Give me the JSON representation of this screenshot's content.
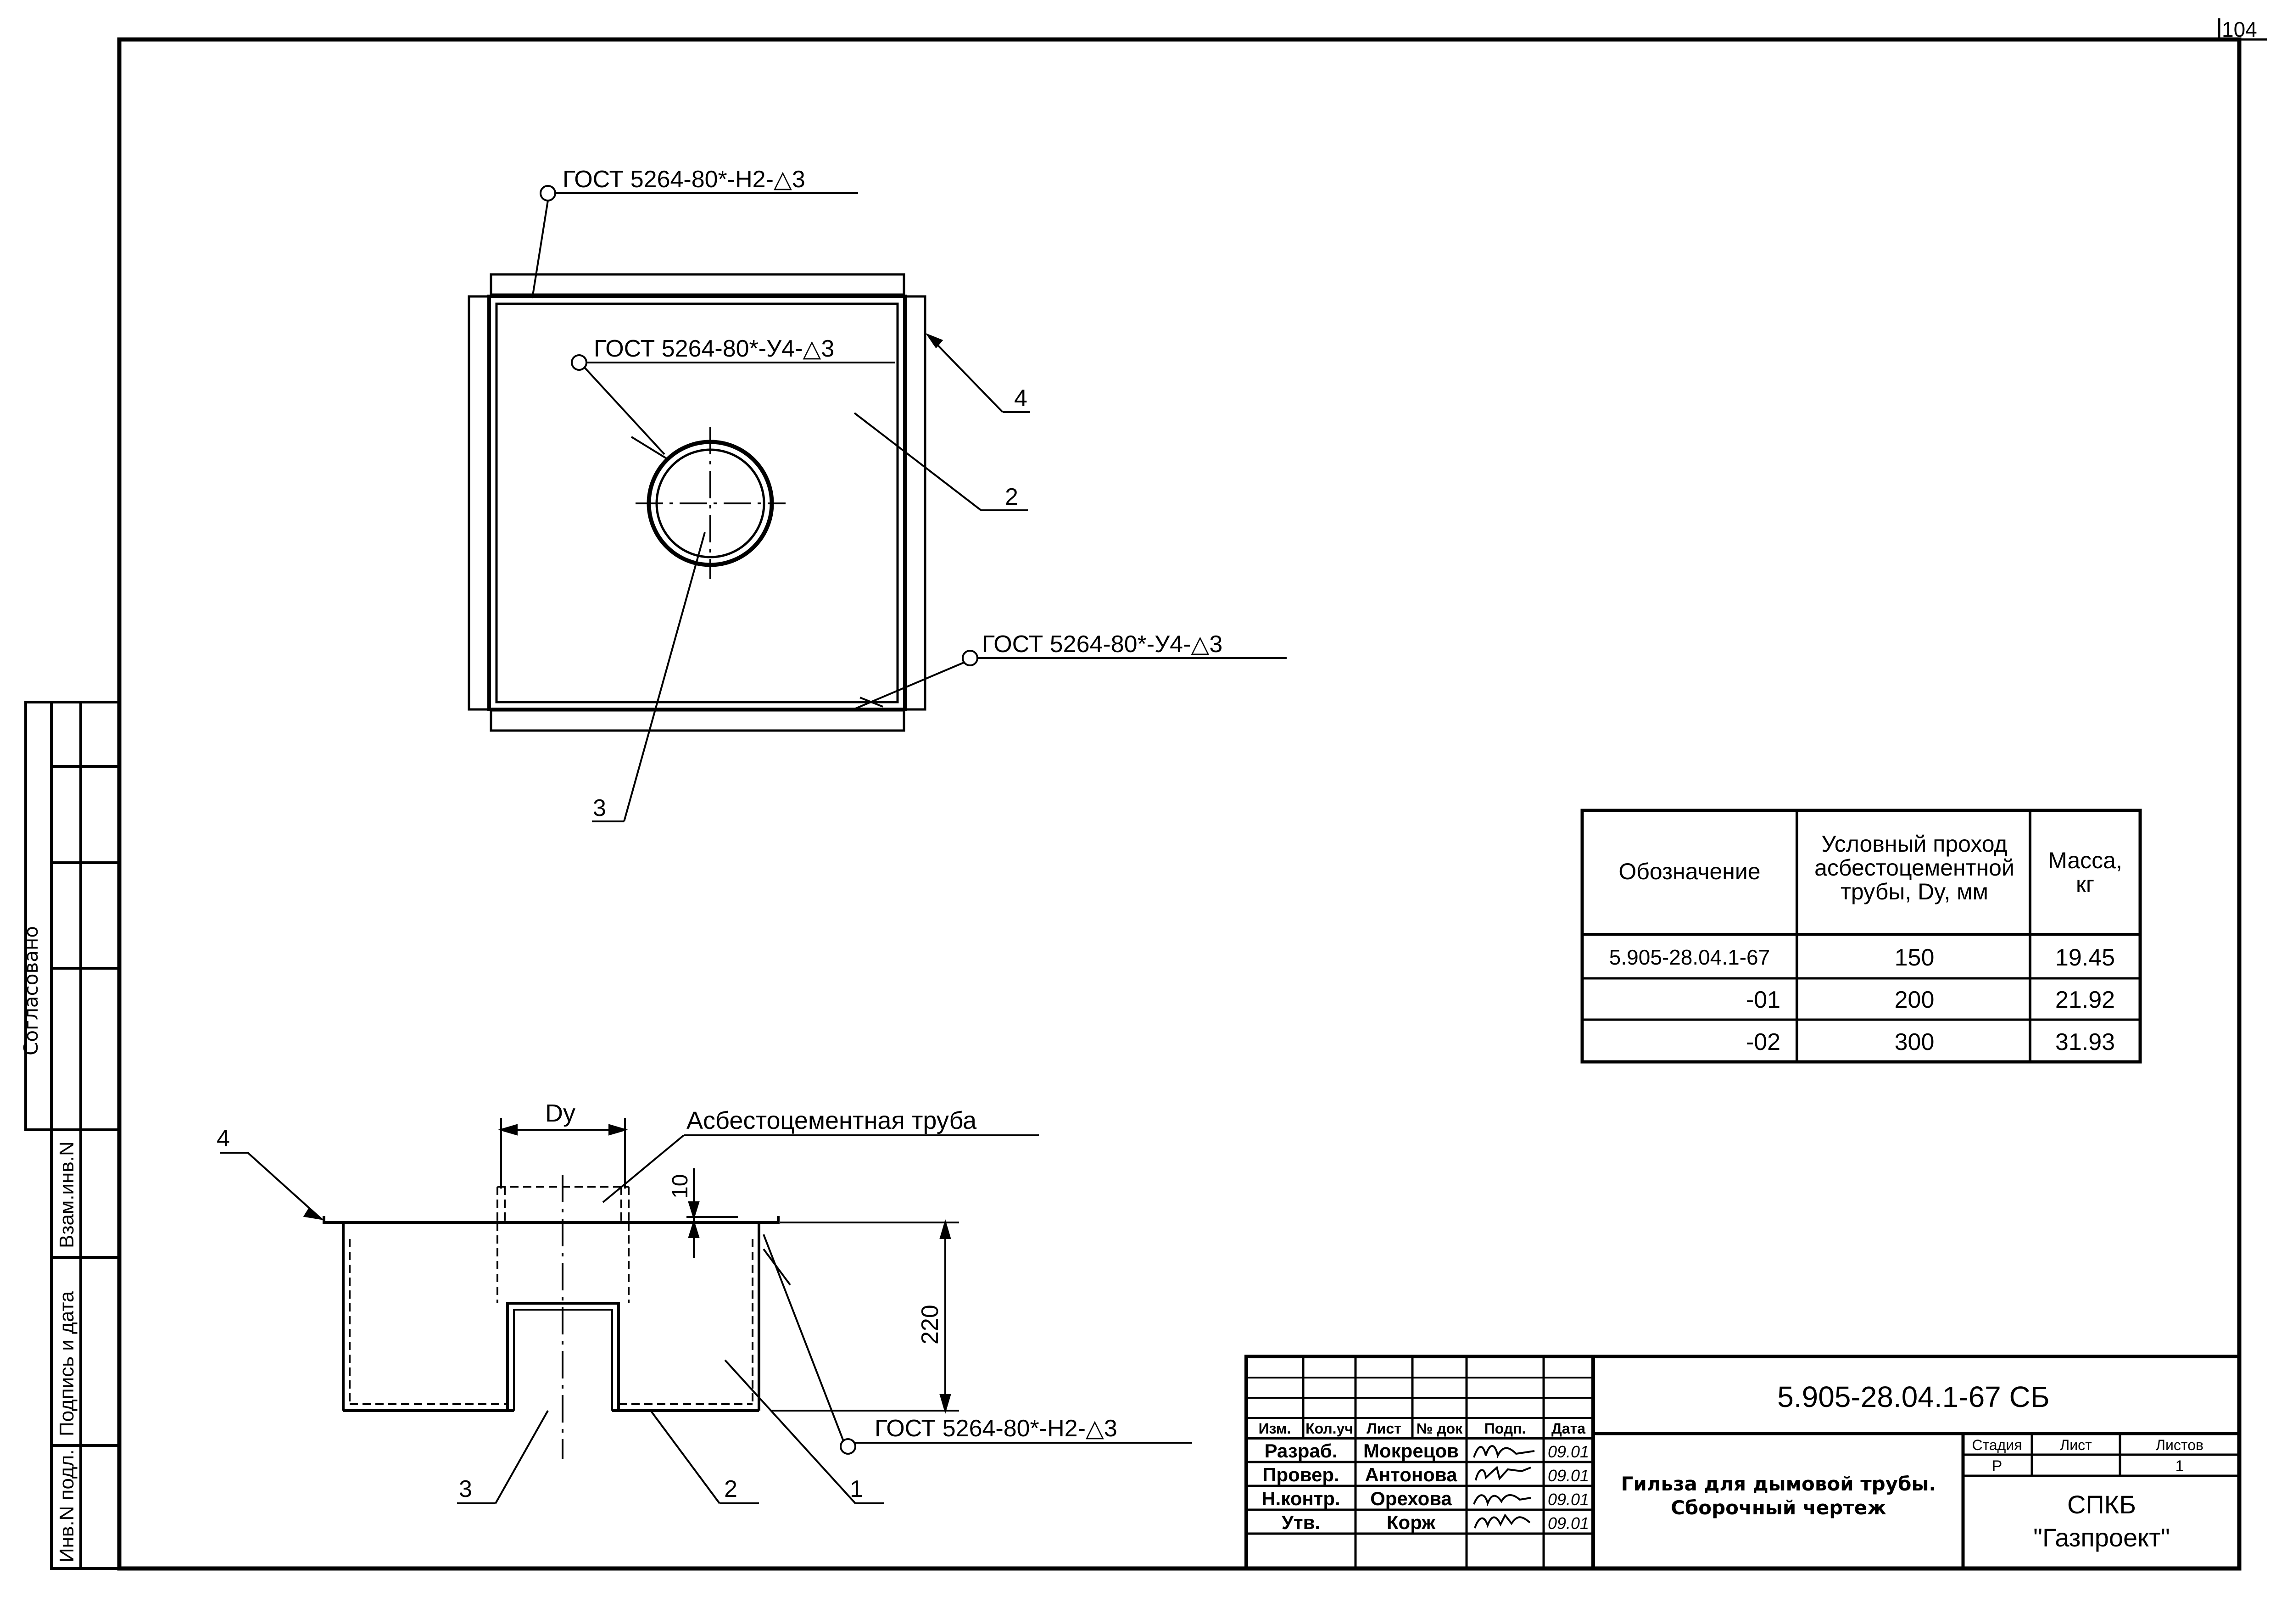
{
  "sheet_number": "104",
  "top_view": {
    "weld_top": "ГОСТ 5264-80*-Н2-△3",
    "weld_inner": "ГОСТ 5264-80*-У4-△3",
    "weld_bottom": "ГОСТ 5264-80*-У4-△3",
    "pos_4": "4",
    "pos_2": "2",
    "pos_3": "3"
  },
  "section_view": {
    "dim_dy": "Dy",
    "pipe_label": "Асбестоцементная труба",
    "dim_10": "10",
    "dim_220": "220",
    "weld_label": "ГОСТ 5264-80*-Н2-△3",
    "pos_4": "4",
    "pos_3": "3",
    "pos_2": "2",
    "pos_1": "1"
  },
  "table": {
    "headers": {
      "designation": "Обозначение",
      "nominal_line1": "Условный проход",
      "nominal_line2": "асбестоцементной",
      "nominal_line3": "трубы, Dy, мм",
      "mass_line1": "Масса,",
      "mass_line2": "кг"
    },
    "rows": [
      {
        "designation": "5.905-28.04.1-67",
        "dy": "150",
        "mass": "19.45"
      },
      {
        "designation": "-01",
        "dy": "200",
        "mass": "21.92"
      },
      {
        "designation": "-02",
        "dy": "300",
        "mass": "31.93"
      }
    ]
  },
  "side_stamp": {
    "agreed": "Согласовано",
    "inv_replace": "Взам.инв.N",
    "sign_date": "Подпись и дата",
    "inv_orig": "Инв.N подл."
  },
  "title_block": {
    "doc_code": "5.905-28.04.1-67 СБ",
    "title_line1": "Гильза для дымовой трубы.",
    "title_line2": "Сборочный чертеж",
    "col_headers": [
      "Изм.",
      "Кол.уч",
      "Лист",
      "№ док",
      "Подп.",
      "Дата"
    ],
    "roles": [
      "Разраб.",
      "Провер.",
      "Н.контр.",
      "Утв."
    ],
    "names": [
      "Мокрецов",
      "Антонова",
      "Орехова",
      "Корж"
    ],
    "dates": [
      "09.01",
      "09.01",
      "09.01",
      "09.01"
    ],
    "stage_label": "Стадия",
    "sheet_label": "Лист",
    "sheets_label": "Листов",
    "stage": "Р",
    "sheet": "",
    "sheets": "1",
    "org_line1": "СПКБ",
    "org_line2": "\"Газпроект\""
  }
}
